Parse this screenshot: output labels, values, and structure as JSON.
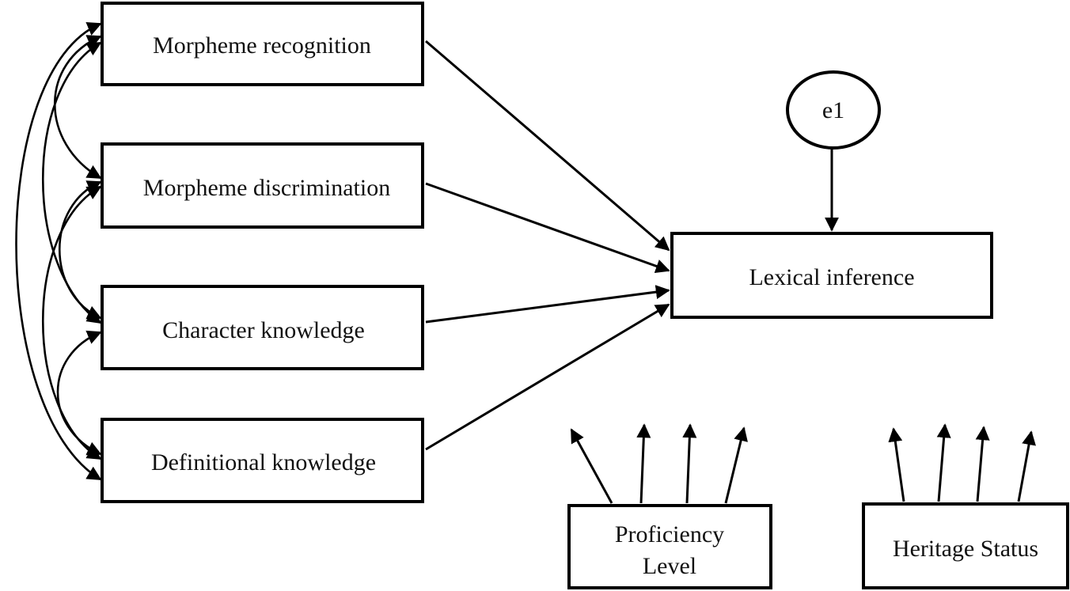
{
  "nodes": {
    "morpheme_recognition": "Morpheme recognition",
    "morpheme_discrimination": "Morpheme discrimination",
    "character_knowledge": "Character knowledge",
    "definitional_knowledge": "Definitional knowledge",
    "lexical_inference": "Lexical inference",
    "error_term": "e1",
    "proficiency_level_line1": "Proficiency",
    "proficiency_level_line2": "Level",
    "heritage_status": "Heritage Status"
  },
  "edges": {
    "predictors_to_outcome": [
      "Morpheme recognition",
      "Morpheme discrimination",
      "Character knowledge",
      "Definitional knowledge"
    ],
    "error_to_outcome": "e1",
    "covariances_among_predictors": 6,
    "moderator_arrows": {
      "Proficiency Level": 4,
      "Heritage Status": 4
    }
  },
  "colors": {
    "stroke": "#000000",
    "fill": "#ffffff",
    "text": "#111111"
  }
}
